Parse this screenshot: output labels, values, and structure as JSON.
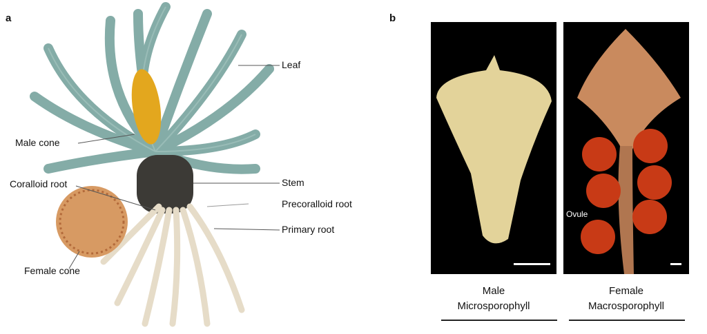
{
  "panel_a": {
    "letter": "a",
    "labels": {
      "leaf": "Leaf",
      "male_cone": "Male cone",
      "coralloid_root": "Coralloid root",
      "stem": "Stem",
      "precoralloid_root": "Precoralloid root",
      "primary_root": "Primary root",
      "female_cone": "Female cone"
    }
  },
  "panel_b": {
    "letter": "b",
    "male": {
      "line1": "Male",
      "line2": "Microsporophyll"
    },
    "female": {
      "line1": "Female",
      "line2": "Macrosporophyll",
      "ovule_label": "Ovule"
    }
  },
  "colors": {
    "frond": "#6f9e98",
    "male_cone": "#e3a71e",
    "stem": "#3c3a36",
    "root": "#e6dcc8",
    "ovule": "#c83a16",
    "sporophyll": "#e3d39a"
  }
}
